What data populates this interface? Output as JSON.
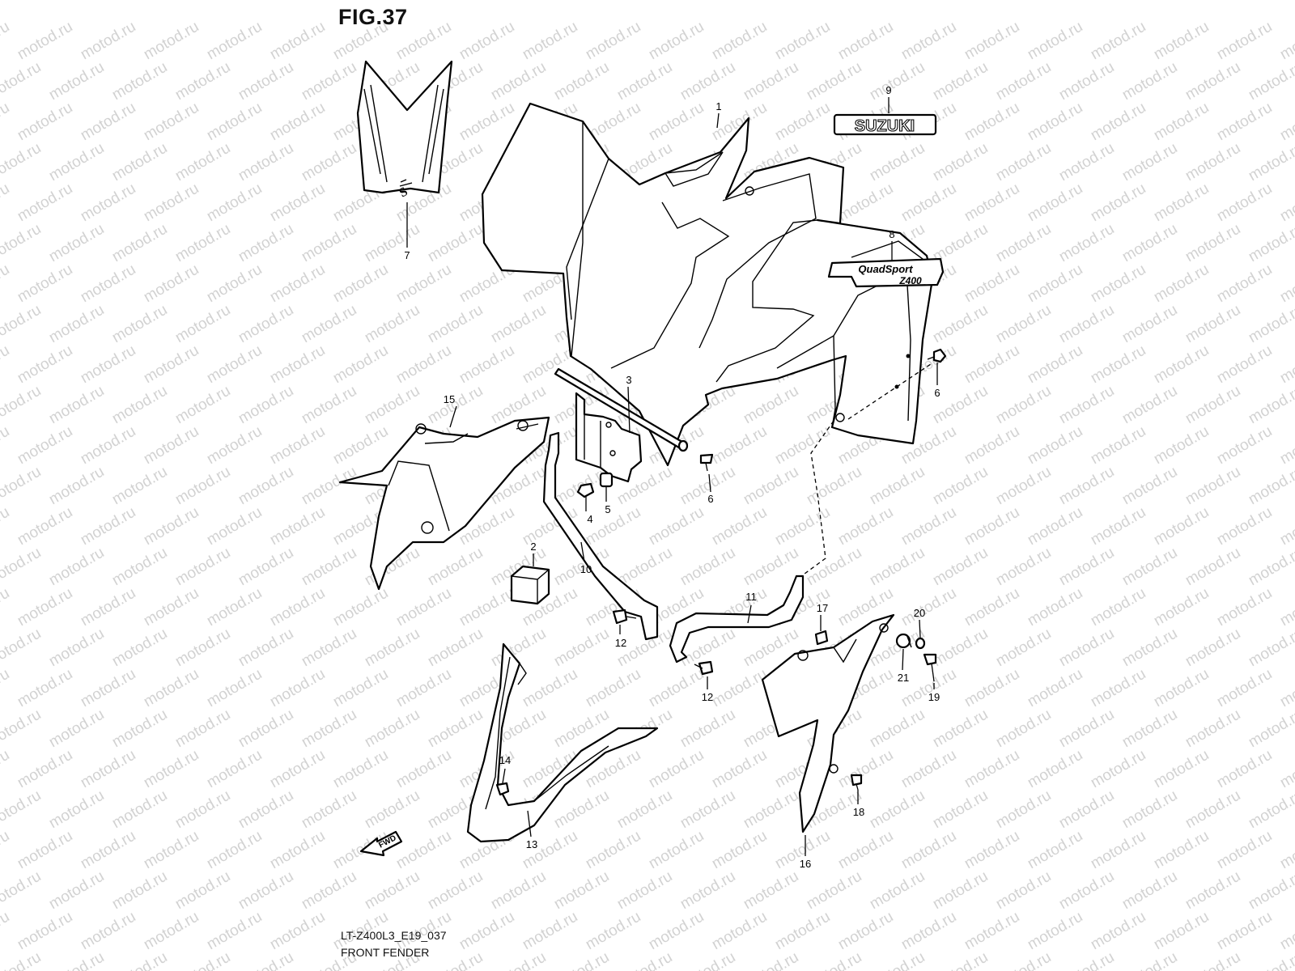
{
  "figure": {
    "title": "FIG.37",
    "code": "LT-Z400L3_E19_037",
    "name": "FRONT FENDER"
  },
  "watermark": "motod.ru",
  "decals": {
    "suzuki": "SUZUKI",
    "quadsport_line1": "QuadSport",
    "quadsport_line2": "Z400",
    "fwd": "FWD"
  },
  "callouts": [
    "1",
    "2",
    "3",
    "4",
    "5",
    "6",
    "6",
    "7",
    "8",
    "9",
    "10",
    "11",
    "12",
    "12",
    "13",
    "14",
    "15",
    "16",
    "17",
    "18",
    "19",
    "20",
    "21"
  ]
}
